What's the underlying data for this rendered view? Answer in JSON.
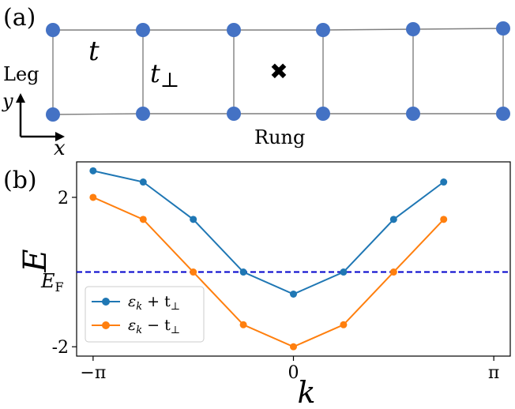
{
  "panel_a": {
    "label": "(a)",
    "hopping_leg_label": "t",
    "hopping_rung_label_main": "t",
    "hopping_rung_label_sub": "⊥",
    "leg_label": "Leg",
    "rung_label": "Rung",
    "axis_y_label": "y",
    "axis_x_label": "x",
    "marker_symbol": "✖",
    "site_color": "#4472c4",
    "bond_color": "#7f7f7f",
    "marker_color": "#ed7d31"
  },
  "panel_b": {
    "label": "(b)"
  },
  "chart_data": {
    "type": "line",
    "xlabel": "k",
    "ylabel": "E",
    "xlim": [
      -3.4,
      3.4
    ],
    "ylim": [
      -2.25,
      2.95
    ],
    "xticks": [
      {
        "value": -3.14159,
        "label": "−π"
      },
      {
        "value": 0,
        "label": "0"
      },
      {
        "value": 3.14159,
        "label": "π"
      }
    ],
    "yticks": [
      {
        "value": 2,
        "label": "2"
      },
      {
        "value": -2,
        "label": "-2"
      }
    ],
    "fermi_level": {
      "value": 0,
      "label_main": "E",
      "label_sub": "F",
      "color": "#0000cc"
    },
    "x": [
      -3.14159,
      -2.35619,
      -1.5708,
      -0.7854,
      0,
      0.7854,
      1.5708,
      2.35619
    ],
    "series": [
      {
        "name": "ε_k + t_⊥",
        "name_main": "ε",
        "name_sub": "k",
        "name_rest": " + t",
        "name_rest_sub": "⊥",
        "color": "#1f77b4",
        "values": [
          2.71,
          2.41,
          1.41,
          0.0,
          -0.59,
          0.0,
          1.41,
          2.41
        ]
      },
      {
        "name": "ε_k − t_⊥",
        "name_main": "ε",
        "name_sub": "k",
        "name_rest": " − t",
        "name_rest_sub": "⊥",
        "color": "#ff7f0e",
        "values": [
          2.0,
          1.41,
          0.0,
          -1.41,
          -2.0,
          -1.41,
          0.0,
          1.41
        ]
      }
    ],
    "legend_position": "lower-left"
  }
}
